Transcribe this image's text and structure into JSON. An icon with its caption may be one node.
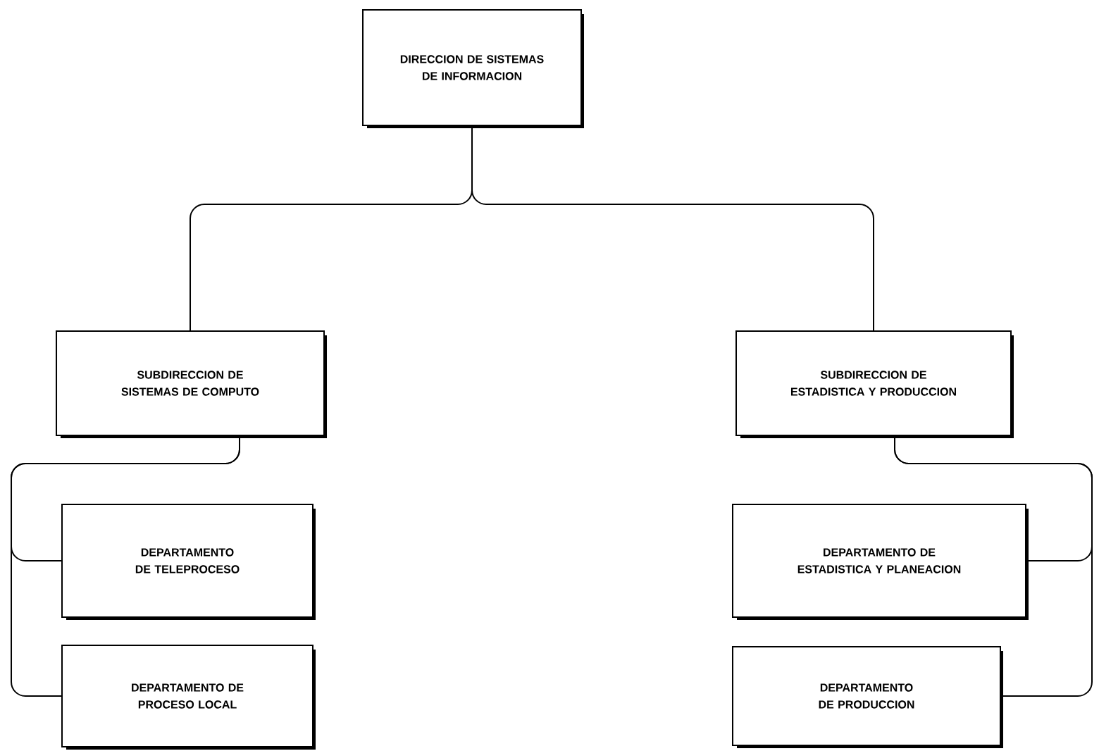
{
  "diagram": {
    "nodes": [
      {
        "text": [
          "DIRECCION DE SISTEMAS DE INFORMACION"
        ]
      },
      {
        "text": [
          "SUBDIRECCION DE SISTEMAS DE COMPUTO"
        ]
      },
      {
        "text": [
          "SUBDIRECCION DE ESTADISTICA Y PRODUCCION"
        ]
      },
      {
        "text": [
          "DEPARTAMENTO DE TELEPROCESO"
        ]
      },
      {
        "text": [
          "DEPARTAMENTO DE ESTADISTICA Y PLANEACION"
        ]
      },
      {
        "text": [
          "DEPARTAMENTO DE PROCESO LOCAL"
        ]
      },
      {
        "text": [
          "DEPARTAMENTO DE PRODUCCION"
        ]
      }
    ],
    "edges": [
      {
        "from": 0,
        "to": 1,
        "arrow": "none"
      },
      {
        "from": 0,
        "to": 2,
        "arrow": "none"
      },
      {
        "from": 1,
        "to": 3,
        "arrow": "none"
      },
      {
        "from": 1,
        "to": 5,
        "arrow": "none"
      },
      {
        "from": 2,
        "to": 4,
        "arrow": "none"
      },
      {
        "from": 2,
        "to": 6,
        "arrow": "none"
      }
    ]
  }
}
